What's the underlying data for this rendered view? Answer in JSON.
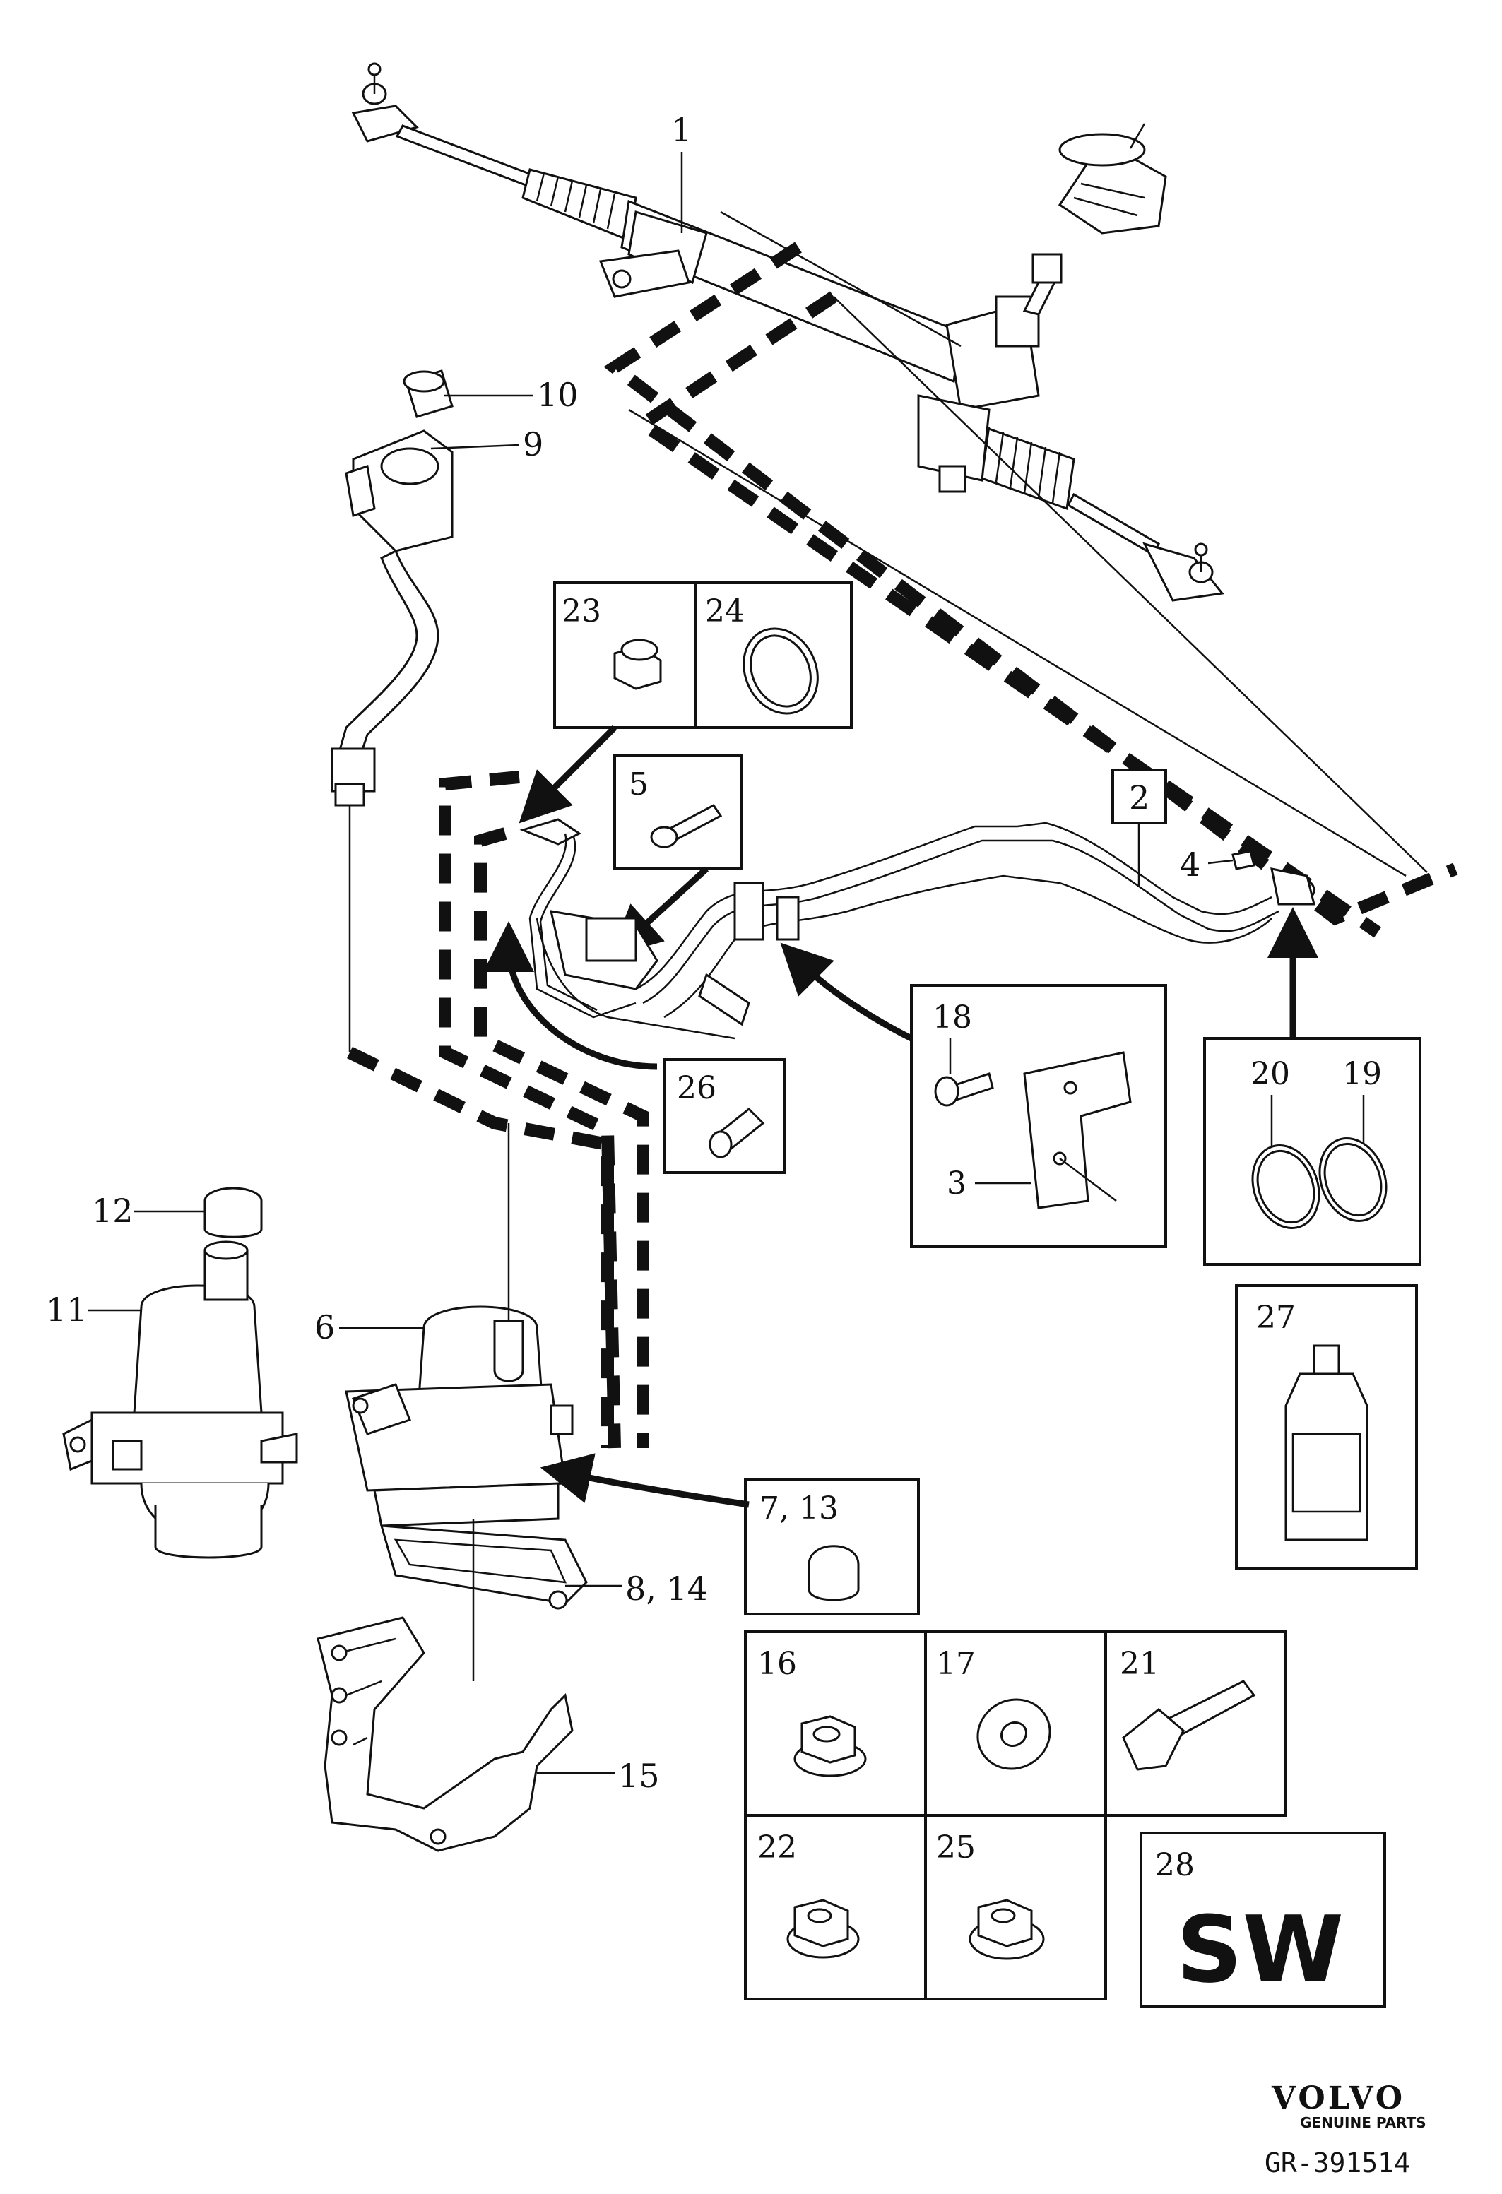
{
  "callouts": {
    "c1": "1",
    "c2": "2",
    "c3": "3",
    "c4": "4",
    "c5": "5",
    "c6": "6",
    "c7_13": "7, 13",
    "c8_14": "8, 14",
    "c9": "9",
    "c10": "10",
    "c11": "11",
    "c12": "12",
    "c15": "15",
    "c16": "16",
    "c17": "17",
    "c18": "18",
    "c19": "19",
    "c20": "20",
    "c21": "21",
    "c22": "22",
    "c23": "23",
    "c24": "24",
    "c25": "25",
    "c26": "26",
    "c27": "27",
    "c28": "28"
  },
  "sw_box_text": "SW",
  "brand": {
    "name": "VOLVO",
    "tagline": "GENUINE PARTS"
  },
  "diagram_code": "GR-391514"
}
